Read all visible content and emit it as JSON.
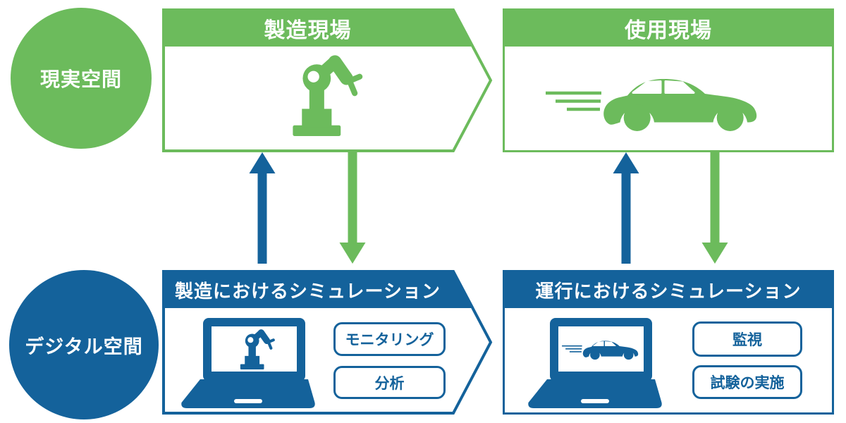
{
  "diagram": {
    "palette": {
      "green": "#6CBB5C",
      "blue": "#14629B",
      "background": "#FFFFFF",
      "text_on_color": "#FFFFFF"
    },
    "spaces": {
      "real": {
        "label": "現実空間"
      },
      "digital": {
        "label": "デジタル空間"
      }
    },
    "real_row": {
      "manufacturing_site": {
        "title": "製造現場",
        "icon": "robot-arm-icon"
      },
      "usage_site": {
        "title": "使用現場",
        "icon": "car-icon"
      }
    },
    "digital_row": {
      "manufacturing_simulation": {
        "title": "製造におけるシミュレーション",
        "icon": "laptop-robot-icon",
        "tags": [
          "モニタリング",
          "分析"
        ]
      },
      "operation_simulation": {
        "title": "運行におけるシミュレーション",
        "icon": "laptop-car-icon",
        "tags": [
          "監視",
          "試験の実施"
        ]
      }
    },
    "arrows": {
      "up_color": "#14629B",
      "down_color": "#6CBB5C"
    }
  }
}
